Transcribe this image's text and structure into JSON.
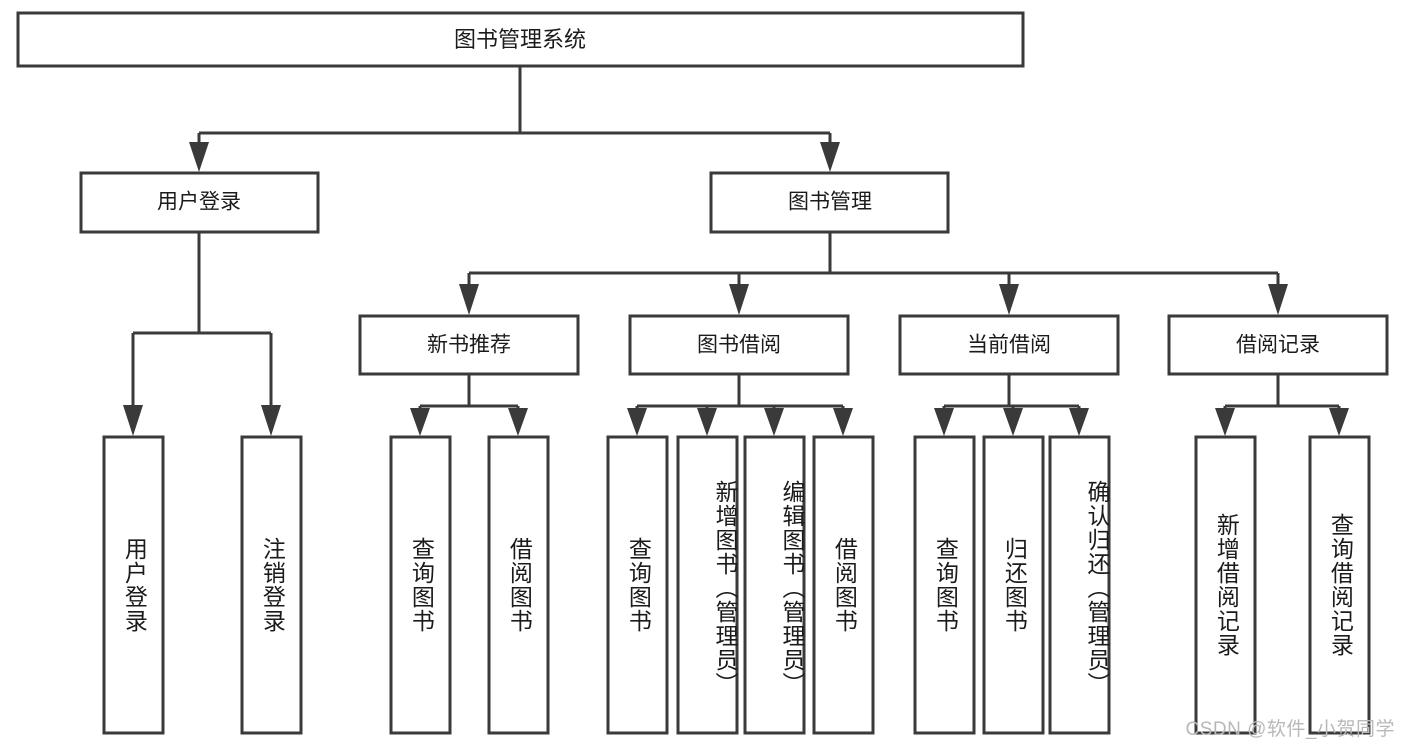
{
  "diagram": {
    "title": "图书管理系统",
    "type": "tree-hierarchy-chart",
    "watermark": "CSDN @软件_小贺同学",
    "root": {
      "label": "图书管理系统"
    },
    "level2": [
      {
        "label": "用户登录"
      },
      {
        "label": "图书管理"
      }
    ],
    "level3": [
      {
        "label": "新书推荐"
      },
      {
        "label": "图书借阅"
      },
      {
        "label": "当前借阅"
      },
      {
        "label": "借阅记录"
      }
    ],
    "leaves": [
      {
        "label": "用户登录"
      },
      {
        "label": "注销登录"
      },
      {
        "label": "查询图书"
      },
      {
        "label": "借阅图书"
      },
      {
        "label": "查询图书"
      },
      {
        "label": "新增图书（管理员）"
      },
      {
        "label": "编辑图书（管理员）"
      },
      {
        "label": "借阅图书"
      },
      {
        "label": "查询图书"
      },
      {
        "label": "归还图书"
      },
      {
        "label": "确认归还（管理员）"
      },
      {
        "label": "新增借阅记录"
      },
      {
        "label": "查询借阅记录"
      }
    ],
    "colors": {
      "stroke": "#3a3a3a",
      "fill": "#ffffff",
      "text": "#1b1b1b",
      "watermark": "#b9b9b9"
    }
  }
}
